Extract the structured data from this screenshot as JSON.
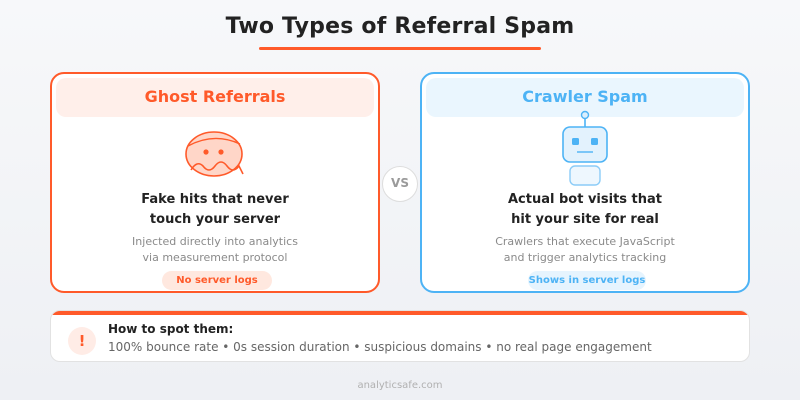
{
  "title": "Two Types of Referral Spam",
  "colors": {
    "ghost_accent": "#ff5a2a",
    "crawler_accent": "#4db3f5",
    "warning": "#ff5a2a"
  },
  "cards": [
    {
      "heading": "Ghost Referrals",
      "icon": "ghost-icon",
      "main_line1": "Fake hits that never",
      "main_line2": "touch your server",
      "sub_line1": "Injected directly into analytics",
      "sub_line2": "via measurement protocol",
      "badge": "No server logs"
    },
    {
      "heading": "Crawler Spam",
      "icon": "robot-icon",
      "main_line1": "Actual bot visits that",
      "main_line2": "hit your site for real",
      "sub_line1": "Crawlers that execute JavaScript",
      "sub_line2": "and trigger analytics tracking",
      "badge": "Shows in server logs"
    }
  ],
  "vs_label": "VS",
  "tip": {
    "icon_glyph": "!",
    "title": "How to spot them:",
    "text": "100% bounce rate • 0s session duration • suspicious domains • no real page engagement"
  },
  "footer": "analyticsafe.com"
}
